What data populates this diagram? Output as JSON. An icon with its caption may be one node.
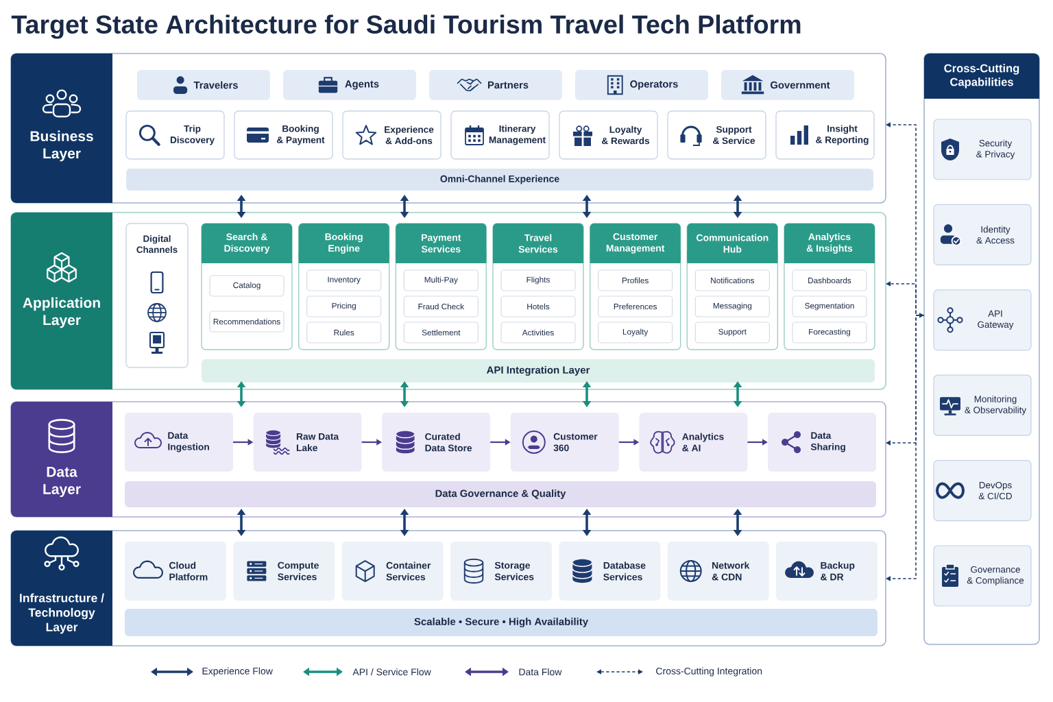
{
  "diagram": {
    "title": "Target State Architecture for Saudi Tourism Travel Tech Platform",
    "nodes": [
      {
        "text": [
          "Business Layer"
        ]
      },
      {
        "text": [
          "Travelers"
        ],
        "in": 0
      },
      {
        "text": [
          "Agents"
        ],
        "in": 0
      },
      {
        "text": [
          "Partners"
        ],
        "in": 0
      },
      {
        "text": [
          "Operators"
        ],
        "in": 0
      },
      {
        "text": [
          "Government"
        ],
        "in": 0
      },
      {
        "text": [
          "Trip Discovery"
        ],
        "in": 0
      },
      {
        "text": [
          "Booking & Payment"
        ],
        "in": 0
      },
      {
        "text": [
          "Experience & Add-ons"
        ],
        "in": 0
      },
      {
        "text": [
          "Itinerary Management"
        ],
        "in": 0
      },
      {
        "text": [
          "Loyalty & Rewards"
        ],
        "in": 0
      },
      {
        "text": [
          "Support & Service"
        ],
        "in": 0
      },
      {
        "text": [
          "Insight & Reporting"
        ],
        "in": 0
      },
      {
        "text": [
          "Omni-Channel Experience"
        ],
        "in": 0
      },
      {
        "text": [
          "Application Layer"
        ]
      },
      {
        "text": [
          "Digital Channels"
        ],
        "in": 14
      },
      {
        "text": [
          "Search & Discovery"
        ],
        "in": 14
      },
      {
        "text": [
          "Catalog"
        ],
        "in": 16
      },
      {
        "text": [
          "Recommendations"
        ],
        "in": 16
      },
      {
        "text": [
          "Booking Engine"
        ],
        "in": 14
      },
      {
        "text": [
          "Inventory"
        ],
        "in": 19
      },
      {
        "text": [
          "Pricing"
        ],
        "in": 19
      },
      {
        "text": [
          "Rules"
        ],
        "in": 19
      },
      {
        "text": [
          "Payment Services"
        ],
        "in": 14
      },
      {
        "text": [
          "Multi-Pay"
        ],
        "in": 23
      },
      {
        "text": [
          "Fraud Check"
        ],
        "in": 23
      },
      {
        "text": [
          "Settlement"
        ],
        "in": 23
      },
      {
        "text": [
          "Travel Services"
        ],
        "in": 14
      },
      {
        "text": [
          "Flights"
        ],
        "in": 27
      },
      {
        "text": [
          "Hotels"
        ],
        "in": 27
      },
      {
        "text": [
          "Activities"
        ],
        "in": 27
      },
      {
        "text": [
          "Customer Management"
        ],
        "in": 14
      },
      {
        "text": [
          "Profiles"
        ],
        "in": 31
      },
      {
        "text": [
          "Preferences"
        ],
        "in": 31
      },
      {
        "text": [
          "Loyalty"
        ],
        "in": 31
      },
      {
        "text": [
          "Communication Hub"
        ],
        "in": 14
      },
      {
        "text": [
          "Notifications"
        ],
        "in": 35
      },
      {
        "text": [
          "Messaging"
        ],
        "in": 35
      },
      {
        "text": [
          "Support"
        ],
        "in": 35
      },
      {
        "text": [
          "Analytics & Insights"
        ],
        "in": 14
      },
      {
        "text": [
          "Dashboards"
        ],
        "in": 39
      },
      {
        "text": [
          "Segmentation"
        ],
        "in": 39
      },
      {
        "text": [
          "Forecasting"
        ],
        "in": 39
      },
      {
        "text": [
          "API Integration Layer"
        ],
        "in": 14
      },
      {
        "text": [
          "Data Layer"
        ]
      },
      {
        "text": [
          "Data Ingestion"
        ],
        "in": 44
      },
      {
        "text": [
          "Raw Data Lake"
        ],
        "in": 44
      },
      {
        "text": [
          "Curated Data Store"
        ],
        "in": 44
      },
      {
        "text": [
          "Customer 360"
        ],
        "in": 44
      },
      {
        "text": [
          "Analytics & AI"
        ],
        "in": 44
      },
      {
        "text": [
          "Data Sharing"
        ],
        "in": 44
      },
      {
        "text": [
          "Data Governance & Quality"
        ],
        "in": 44
      },
      {
        "text": [
          "Infrastructure / Technology Layer"
        ]
      },
      {
        "text": [
          "Cloud Platform"
        ],
        "in": 52
      },
      {
        "text": [
          "Compute Services"
        ],
        "in": 52
      },
      {
        "text": [
          "Container Services"
        ],
        "in": 52
      },
      {
        "text": [
          "Storage Services"
        ],
        "in": 52
      },
      {
        "text": [
          "Database Services"
        ],
        "in": 52
      },
      {
        "text": [
          "Network & CDN"
        ],
        "in": 52
      },
      {
        "text": [
          "Backup & DR"
        ],
        "in": 52
      },
      {
        "text": [
          "Scalable • Secure • High Availability"
        ],
        "in": 52
      },
      {
        "text": [
          "Cross-Cutting Capabilities"
        ]
      },
      {
        "text": [
          "Security & Privacy"
        ],
        "in": 61
      },
      {
        "text": [
          "Identity & Access"
        ],
        "in": 61
      },
      {
        "text": [
          "API Gateway"
        ],
        "in": 61
      },
      {
        "text": [
          "Monitoring & Observability"
        ],
        "in": 61
      },
      {
        "text": [
          "DevOps & CI/CD"
        ],
        "in": 61
      },
      {
        "text": [
          "Governance & Compliance"
        ],
        "in": 61
      }
    ],
    "edges": [
      {
        "from": 0,
        "to": 14,
        "arrow": "both"
      },
      {
        "from": 0,
        "to": 14,
        "arrow": "both"
      },
      {
        "from": 0,
        "to": 14,
        "arrow": "both"
      },
      {
        "from": 0,
        "to": 14,
        "arrow": "both"
      },
      {
        "from": 14,
        "to": 44,
        "arrow": "both",
        "color": "#1a8f7f"
      },
      {
        "from": 14,
        "to": 44,
        "arrow": "both",
        "color": "#1a8f7f"
      },
      {
        "from": 14,
        "to": 44,
        "arrow": "both",
        "color": "#1a8f7f"
      },
      {
        "from": 14,
        "to": 44,
        "arrow": "both",
        "color": "#1a8f7f"
      },
      {
        "from": 44,
        "to": 52,
        "arrow": "both"
      },
      {
        "from": 44,
        "to": 52,
        "arrow": "both"
      },
      {
        "from": 44,
        "to": 52,
        "arrow": "both"
      },
      {
        "from": 44,
        "to": 52,
        "arrow": "both"
      },
      {
        "from": 45,
        "to": 46,
        "arrow": "to",
        "color": "#4b3c8f"
      },
      {
        "from": 46,
        "to": 47,
        "arrow": "to",
        "color": "#4b3c8f"
      },
      {
        "from": 47,
        "to": 48,
        "arrow": "to",
        "color": "#4b3c8f"
      },
      {
        "from": 48,
        "to": 49,
        "arrow": "to",
        "color": "#4b3c8f"
      },
      {
        "from": 49,
        "to": 50,
        "arrow": "to",
        "color": "#4b3c8f"
      },
      {
        "from": 61,
        "to": 0,
        "arrow": "to",
        "style": "dashed"
      },
      {
        "from": 61,
        "to": 14,
        "arrow": "both",
        "style": "dashed"
      },
      {
        "from": 61,
        "to": 44,
        "arrow": "to",
        "style": "dashed"
      },
      {
        "from": 61,
        "to": 52,
        "arrow": "to",
        "style": "dashed"
      }
    ],
    "legend": [
      {
        "text": "Experience Flow"
      },
      {
        "text": "API / Service Flow"
      },
      {
        "text": "Data Flow"
      },
      {
        "text": "Cross-Cutting Integration"
      }
    ]
  }
}
